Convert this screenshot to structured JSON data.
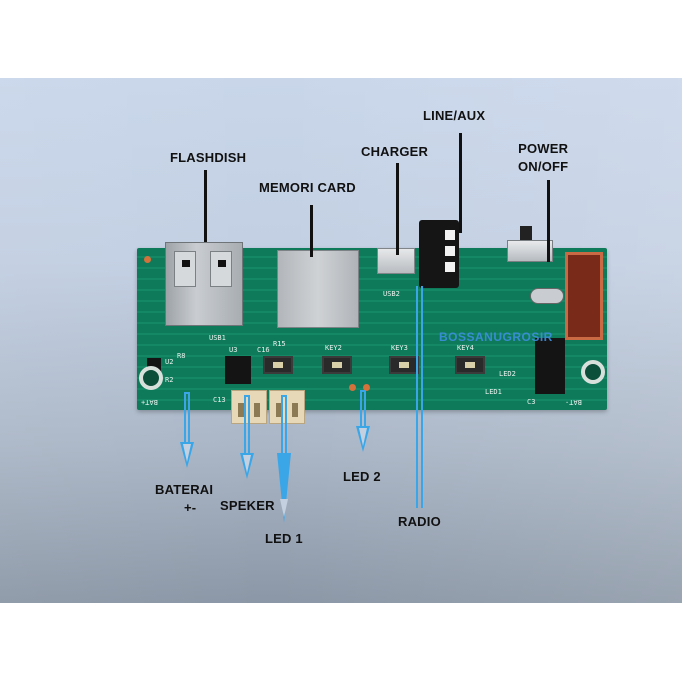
{
  "photo": {
    "subject": "MP3 Bluetooth player PCB module with annotated connectors",
    "watermark": "BOSSANUGROSIR"
  },
  "labels": {
    "flashdish": "FLASHDISH",
    "memori_card": "MEMORI CARD",
    "charger": "CHARGER",
    "line_aux": "LINE/AUX",
    "power_line1": "POWER",
    "power_line2": "ON/OFF",
    "baterai": "BATERAI",
    "baterai_polarity": "+-",
    "speker": "SPEKER",
    "led1": "LED 1",
    "led2": "LED 2",
    "radio": "RADIO"
  },
  "board_silkscreen": {
    "key2": "KEY2",
    "key3": "KEY3",
    "key4": "KEY4",
    "usb1": "USB1",
    "usb2": "USB2",
    "u2": "U2",
    "u3": "U3",
    "r8": "R8",
    "r2": "R2",
    "c13": "C13",
    "c16": "C16",
    "r15": "R15",
    "bat_plus": "BAT+",
    "bat_minus": "BAT-",
    "led1": "LED1",
    "led2": "LED2",
    "c3": "C3"
  },
  "colors": {
    "pcb_green": "#0f7a5a",
    "arrow_blue": "#3aa6e8",
    "watermark_blue": "#3d8fe0",
    "label_text": "#111111",
    "background_top": "#c9d6ea",
    "background_bottom": "#8b97a6"
  }
}
